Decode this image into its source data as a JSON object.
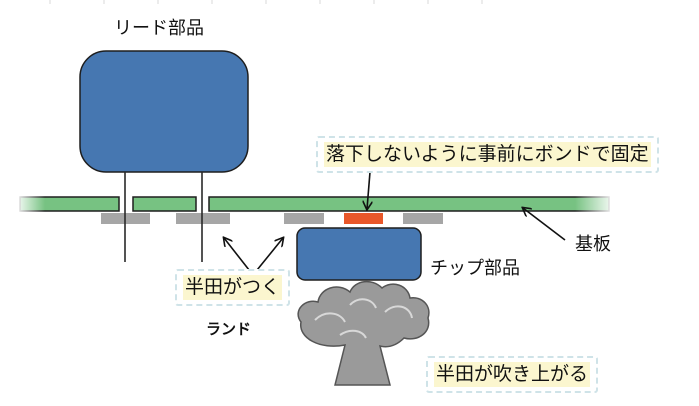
{
  "diagram": {
    "title": "Lead component and chip component soldering on board",
    "labels": {
      "lead_component": "リード部品",
      "chip_component": "チップ部品",
      "board": "基板",
      "land": "ランド"
    },
    "callouts": {
      "bond": "落下しないように事前にボンドで固定",
      "solder_attaches": "半田がつく",
      "solder_blows_up": "半田が吹き上がる"
    },
    "colors": {
      "component_fill": "#4677b1",
      "board_fill": "#77c282",
      "land_fill": "#a6a6a6",
      "bond_fill": "#e8572a",
      "smoke_fill": "#9a9a9a",
      "note_highlight": "#fbf6cf",
      "note_border": "#cfe3e8"
    }
  }
}
